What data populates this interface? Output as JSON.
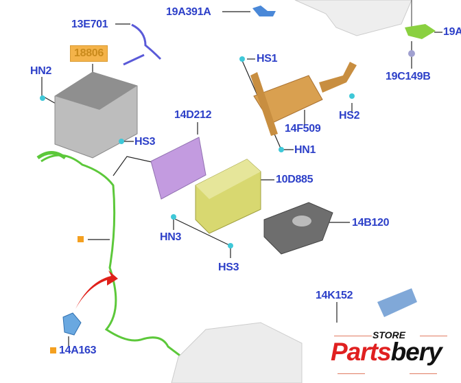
{
  "labels": {
    "l13E701": "13E701",
    "l19A391A": "19A391A",
    "l19A": "19A",
    "l18806": "18806",
    "lHN2": "HN2",
    "lHS1": "HS1",
    "l19C149B": "19C149B",
    "lHS2": "HS2",
    "l14F509": "14F509",
    "lHN1": "HN1",
    "lHS3a": "HS3",
    "l14D212": "14D212",
    "l10D885": "10D885",
    "l14B120": "14B120",
    "lHN3": "HN3",
    "lHS3b": "HS3",
    "l14K152": "14K152",
    "l14A163": "14A163"
  },
  "logo": {
    "store": "STORE",
    "brand_red": "Parts",
    "brand_black": "bery"
  },
  "colors": {
    "label": "#2c3fc8",
    "highlight": "#f4b34a",
    "harness": "#5cc83a",
    "arrow": "#e0201a"
  }
}
